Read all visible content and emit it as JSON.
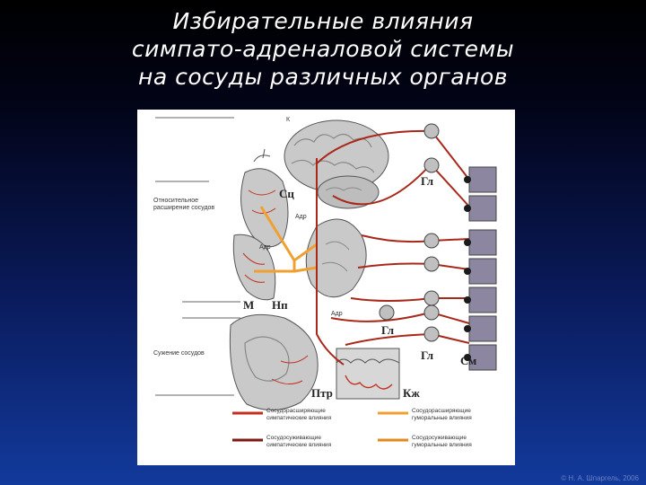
{
  "title": {
    "line1": "Избирательные влияния",
    "line2": "симпато-адреналовой системы",
    "line3": "на сосуды различных органов"
  },
  "figure": {
    "labels": {
      "k": "К",
      "sc": "Сц",
      "gl_top": "Гл",
      "adr1": "Адр",
      "adr2": "Адр",
      "adr3": "Адр",
      "m": "М",
      "np": "Нп",
      "gl_mid": "Гл",
      "gl_low": "Гл",
      "sm": "См",
      "ptr": "Птр",
      "kzh": "Кж"
    },
    "side": {
      "dilation": "Относительное расширение сосудов",
      "constriction": "Сужение сосудов"
    },
    "legend": {
      "item1": "Сосудорасширяющие симпатические влияния",
      "item2": "Сосудосуживающие симпатические влияния",
      "item3": "Сосудорасширяющие гуморальные влияния",
      "item4": "Сосудосуживающие гуморальные влияния"
    },
    "colors": {
      "sympathetic_dilating": "#c2301e",
      "sympathetic_constricting": "#7a1a12",
      "humoral_dilating": "#f0a030",
      "humoral_constricting": "#e08a1e"
    }
  },
  "copyright": "© Н. А. Шпаргель, 2006"
}
